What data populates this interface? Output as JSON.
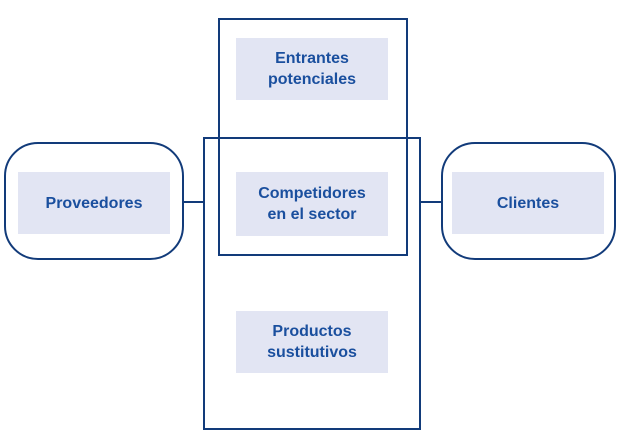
{
  "nodes": {
    "entrantes": "Entrantes\npotenciales",
    "competidores": "Competidores\nen el sector",
    "sustitutos": "Productos\nsustitutivos",
    "proveedores": "Proveedores",
    "clientes": "Clientes"
  },
  "colors": {
    "border": "#123b7a",
    "label_fill": "#e2e5f3",
    "label_text": "#1a4f9e"
  }
}
